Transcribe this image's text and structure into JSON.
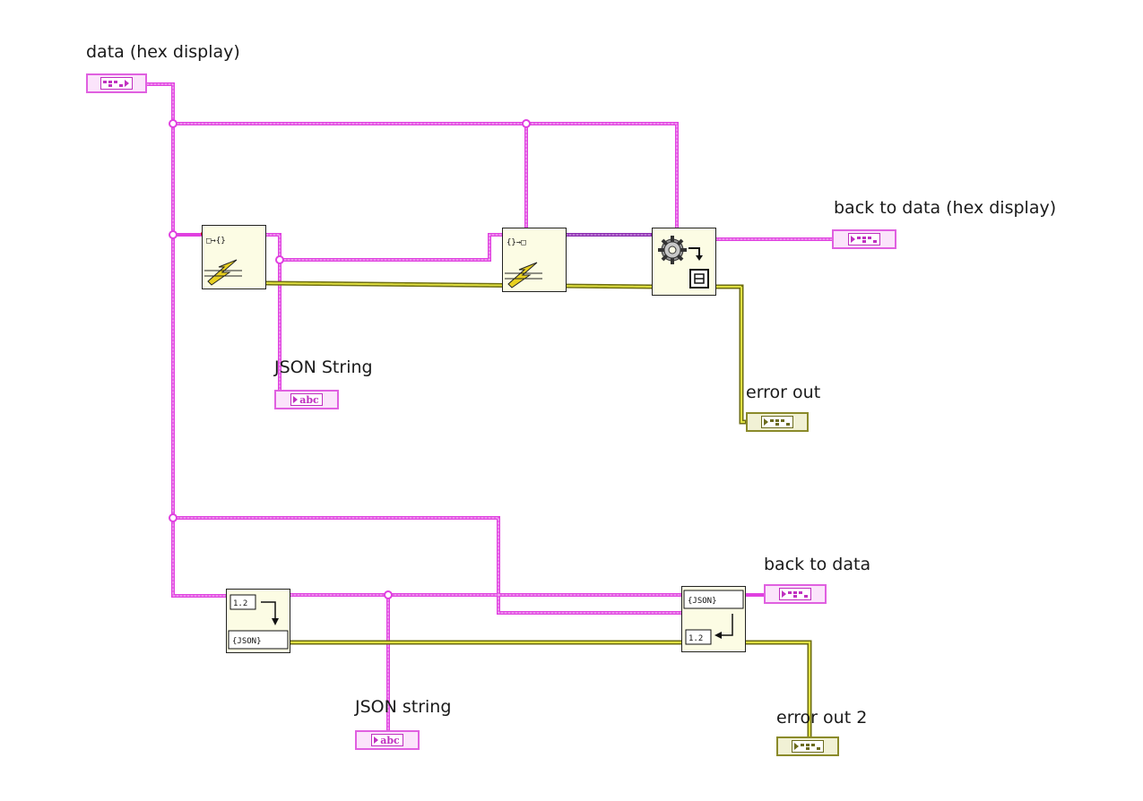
{
  "terminals": {
    "data_hex": "data (hex display)",
    "back_to_data_hex": "back to data (hex display)",
    "json_string_1": "JSON String",
    "error_out": "error out",
    "back_to_data": "back to data",
    "json_string_2": "JSON string",
    "error_out_2": "error out 2"
  },
  "glyphs": {
    "abc": "abc",
    "flatten": "□→{}",
    "unflatten": "{}→□",
    "json_tag": "{JSON}",
    "num_tag": "1.2"
  },
  "colors": {
    "string_wire": "#e040e0",
    "error_wire": "#7a7a14",
    "error_wire_fill": "#dede40",
    "node_fill": "#fcfce4"
  },
  "icons": [
    "cluster-control-icon",
    "string-indicator-icon",
    "lightning-icon",
    "gear-icon",
    "arrow-icon"
  ]
}
